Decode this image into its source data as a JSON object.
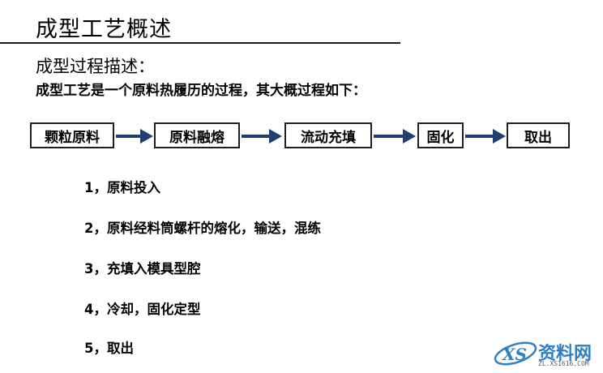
{
  "slide": {
    "title": "成型工艺概述",
    "heading": "成型过程描述：",
    "subheading": "成型工艺是一个原料热履历的过程，其大概过程如下：",
    "flow": [
      "颗粒原料",
      "原料融熔",
      "流动充填",
      "固化",
      "取出"
    ],
    "steps": [
      "1，原料投入",
      "2，原料经料筒螺杆的熔化，输送，混练",
      "3，充填入模具型腔",
      "4，冷却，固化定型",
      "5，取出"
    ]
  },
  "watermark": {
    "brand": "资料网",
    "url": "ZL.XS1616.COM"
  },
  "colors": {
    "arrow": "#1f3f73",
    "box_border": "#1f1f1f",
    "watermark": "#2f7fc4"
  }
}
